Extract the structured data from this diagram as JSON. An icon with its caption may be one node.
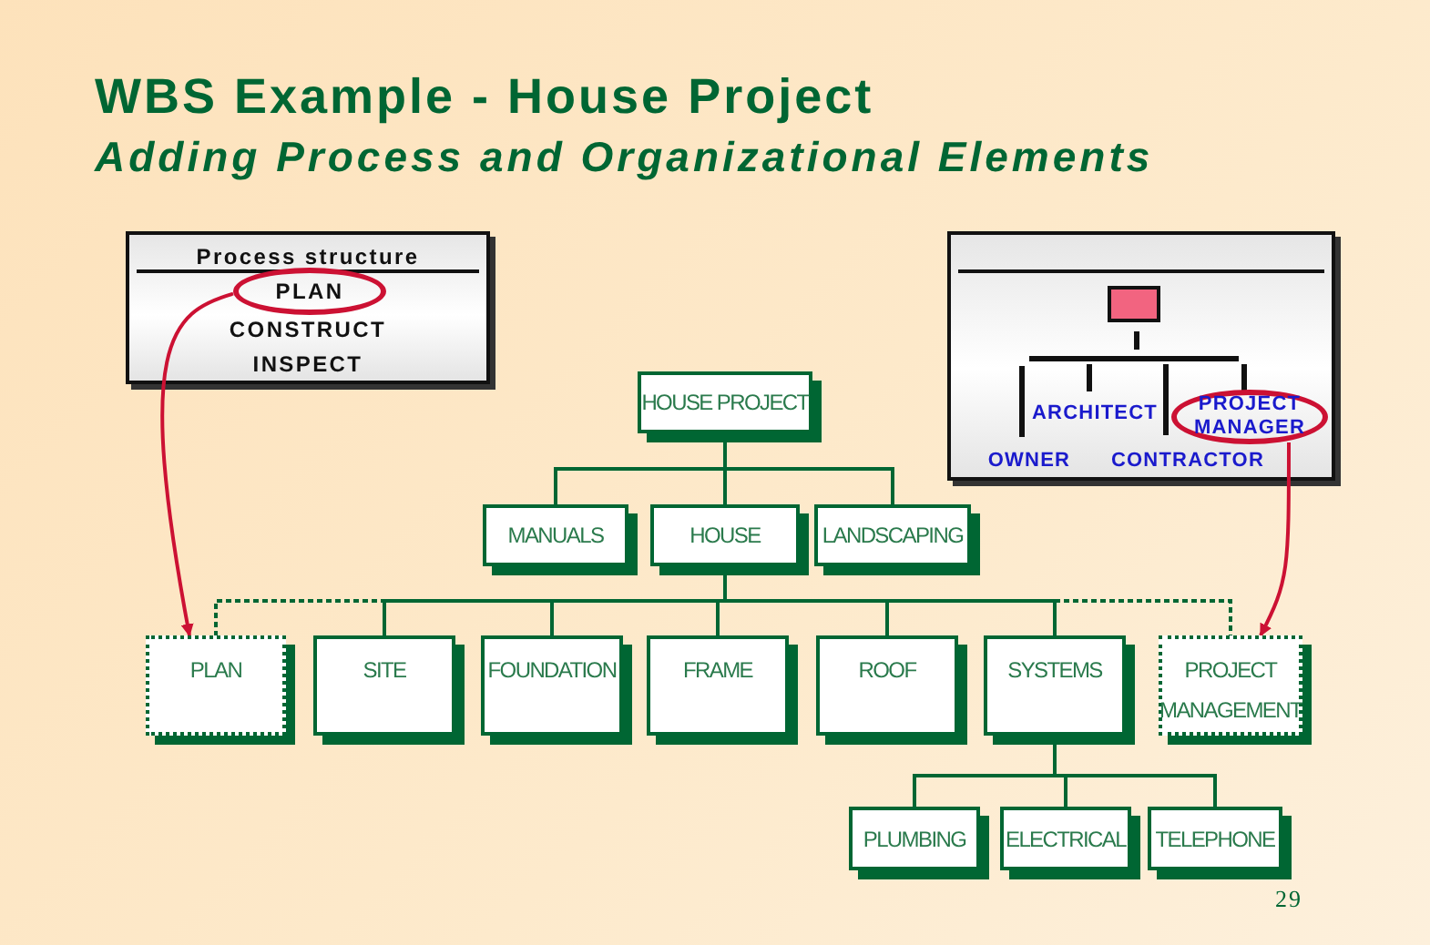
{
  "diagram": {
    "title": "WBS Example - House Project",
    "nodes": [
      {
        "text": [
          "Process structure",
          "CONSTRUCT",
          "INSPECT"
        ]
      },
      {
        "text": [
          "PLAN"
        ],
        "in": 0
      },
      {
        "text": [
          "ARCHITECT",
          "OWNER",
          "CONTRACTOR"
        ]
      },
      {
        "text": [],
        "shape": "box",
        "in": 2
      },
      {
        "text": [
          "PROJECT MANAGER"
        ],
        "in": 2
      },
      {
        "text": [
          "HOUSE PROJECT"
        ]
      },
      {
        "text": [
          "MANUALS"
        ]
      },
      {
        "text": [
          "HOUSE"
        ]
      },
      {
        "text": [
          "LANDSCAPING"
        ]
      },
      {
        "text": [
          "PLAN"
        ]
      },
      {
        "text": [
          "SITE"
        ]
      },
      {
        "text": [
          "FOUNDATION"
        ]
      },
      {
        "text": [
          "FRAME"
        ]
      },
      {
        "text": [
          "ROOF"
        ]
      },
      {
        "text": [
          "SYSTEMS"
        ]
      },
      {
        "text": [
          "PROJECT MANAGEMENT"
        ]
      },
      {
        "text": [
          "PLUMBING"
        ]
      },
      {
        "text": [
          "ELECTRICAL"
        ]
      },
      {
        "text": [
          "TELEPHONE"
        ]
      }
    ],
    "edges": [
      {
        "from": 5,
        "to": 6,
        "arrow": "none"
      },
      {
        "from": 5,
        "to": 7,
        "arrow": "none"
      },
      {
        "from": 5,
        "to": 8,
        "arrow": "none"
      },
      {
        "from": 7,
        "to": 9,
        "arrow": "none",
        "style": "dashed"
      },
      {
        "from": 7,
        "to": 10,
        "arrow": "none"
      },
      {
        "from": 7,
        "to": 11,
        "arrow": "none"
      },
      {
        "from": 7,
        "to": 12,
        "arrow": "none"
      },
      {
        "from": 7,
        "to": 13,
        "arrow": "none"
      },
      {
        "from": 7,
        "to": 14,
        "arrow": "none"
      },
      {
        "from": 7,
        "to": 15,
        "arrow": "none",
        "style": "dashed"
      },
      {
        "from": 14,
        "to": 16,
        "arrow": "none"
      },
      {
        "from": 14,
        "to": 17,
        "arrow": "none"
      },
      {
        "from": 14,
        "to": 18,
        "arrow": "none"
      },
      {
        "from": 1,
        "to": 9,
        "arrow": "to",
        "color": "#cc1133"
      },
      {
        "from": 4,
        "to": 15,
        "arrow": "to",
        "color": "#cc1133"
      }
    ],
    "labels": [
      "Adding Process and Organizational Elements",
      "29"
    ]
  }
}
